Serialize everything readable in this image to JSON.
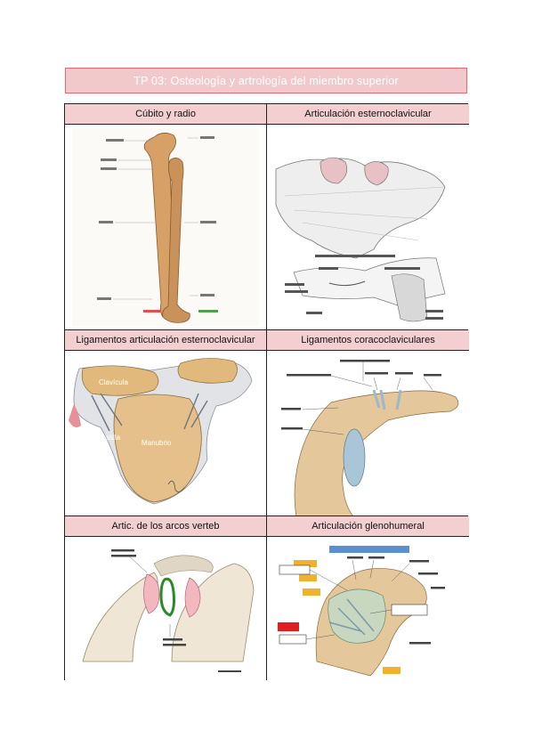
{
  "title": "TP 03: Osteología y artrología del miembro superior",
  "cells": [
    {
      "heading": "Cúbito y radio",
      "figure": "illustration-forearm-bones"
    },
    {
      "heading": "Articulación esternoclavicular",
      "figure": "sketch-sternoclavicular-joint"
    },
    {
      "heading": "Ligamentos articulación esternoclavicular",
      "figure": "illustration-sternoclavicular-ligaments",
      "labels": {
        "clavicle": "Clavícula",
        "manubrium": "Manubrio",
        "first_rib": "1ª costilla"
      }
    },
    {
      "heading": "Ligamentos coracoclaviculares",
      "figure": "illustration-coracoclavicular-ligaments"
    },
    {
      "heading": "Artic. de los arcos verteb",
      "figure": "illustration-vertebral-arch-joints"
    },
    {
      "heading": "Articulación glenohumeral",
      "figure": "illustration-glenohumeral-joint"
    }
  ]
}
